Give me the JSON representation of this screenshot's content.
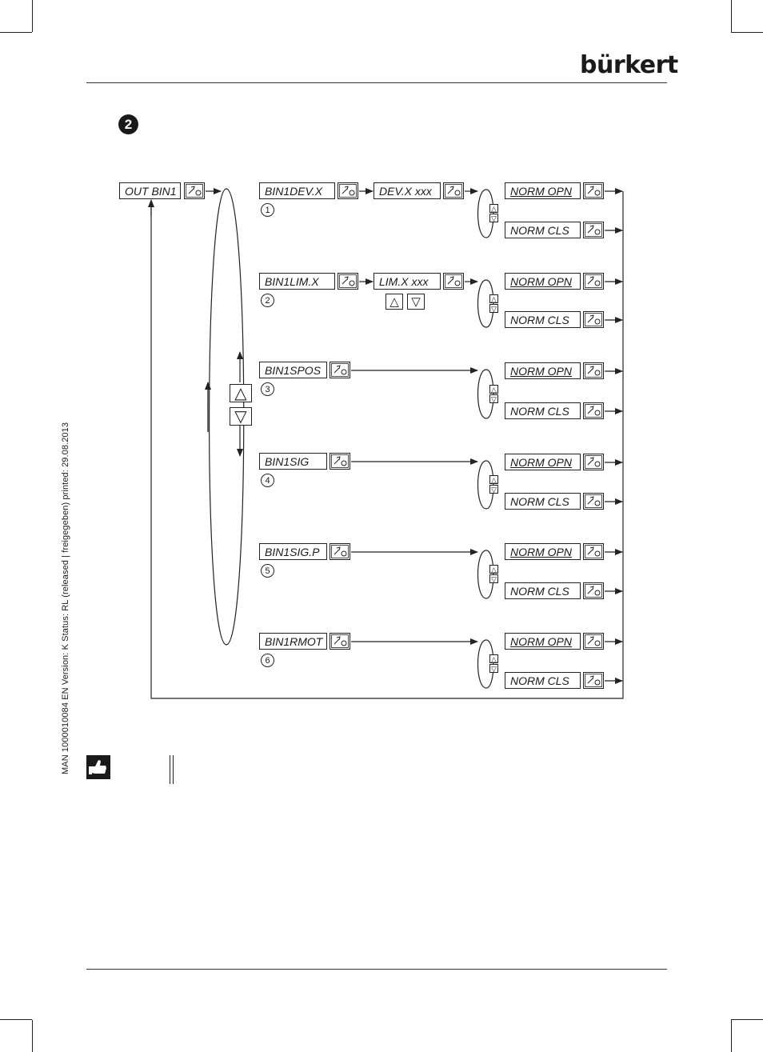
{
  "header": {
    "brand": "bürkert"
  },
  "section_marker": "2",
  "side_text": "MAN  1000010084  EN  Version: K  Status: RL (released | freigegeben)  printed: 29.08.2013",
  "diagram": {
    "root": "OUT BIN1",
    "arrows": {
      "up": "△",
      "down": "▽"
    },
    "items": [
      {
        "label": "BIN1DEV.X",
        "number": "1",
        "sub": "DEV.X xxx"
      },
      {
        "label": "BIN1LIM.X",
        "number": "2",
        "sub": "LIM.X xxx"
      },
      {
        "label": "BIN1SPOS",
        "number": "3"
      },
      {
        "label": "BIN1SIG",
        "number": "4"
      },
      {
        "label": "BIN1SIG.P",
        "number": "5"
      },
      {
        "label": "BIN1RMOT",
        "number": "6"
      }
    ],
    "options": {
      "open": "NORM OPN",
      "close": "NORM CLS"
    }
  },
  "icons": {
    "enter_key": "enter-key-icon",
    "hand": "thumbs-up-hand-icon"
  }
}
